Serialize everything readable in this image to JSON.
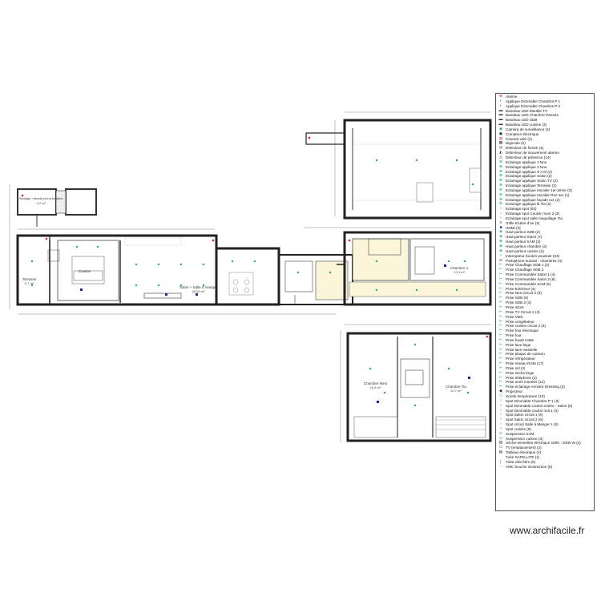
{
  "watermark": "www.archifacile.fr",
  "rooms": [
    {
      "name": "Terrasse",
      "area": "5,7 m²"
    },
    {
      "name": "Salon + Salle à manger",
      "area": "48,00 m²"
    },
    {
      "name": "Cuisine",
      "area": ""
    },
    {
      "name": "Chambre 1",
      "area": "10,3 m²"
    },
    {
      "name": "Chambre Nina",
      "area": "10,5 m²"
    },
    {
      "name": "Chambre Tia",
      "area": "10,7 m²"
    },
    {
      "name": "Stockage + abords pour la fondation",
      "area": "2,2 m²"
    }
  ],
  "legend": [
    {
      "icon": "alarm-icon",
      "label": "Alarme",
      "color": "#d22"
    },
    {
      "icon": "wall-light-icon",
      "label": "Applique Dimmable Chambre P 1",
      "color": "#2a7"
    },
    {
      "icon": "wall-light-icon",
      "label": "Applique Dimmable Chambre P 2",
      "color": "#2a7"
    },
    {
      "icon": "led-strip-icon",
      "label": "Bandeau LED Meuble TV",
      "color": "#333"
    },
    {
      "icon": "led-strip-icon",
      "label": "Bandeau LED Chambre Parents",
      "color": "#333"
    },
    {
      "icon": "led-strip-icon",
      "label": "Bandeau LED SDB",
      "color": "#333"
    },
    {
      "icon": "led-strip-icon",
      "label": "Bandeau LED cuisine (3)",
      "color": "#333"
    },
    {
      "icon": "camera-icon",
      "label": "Caméra de surveillance (4)",
      "color": "#2a7"
    },
    {
      "icon": "meter-icon",
      "label": "Compteur électrique",
      "color": "#333"
    },
    {
      "icon": "weak-current-icon",
      "label": "Courant vidé (2)",
      "color": "#d22"
    },
    {
      "icon": "digicode-icon",
      "label": "Digicode (2)",
      "color": "#333"
    },
    {
      "icon": "smoke-detector-icon",
      "label": "Détecteur de fumée (4)",
      "color": "#333"
    },
    {
      "icon": "motion-detector-icon",
      "label": "Détecteur de mouvement alarme",
      "color": "#333"
    },
    {
      "icon": "presence-detector-icon",
      "label": "Détecteur de présence (14)",
      "color": "#333"
    },
    {
      "icon": "light-icon",
      "label": "Eclairage applique 1 Nou",
      "color": "#2a7"
    },
    {
      "icon": "light-icon",
      "label": "Eclairage applique 2 Nou",
      "color": "#2a7"
    },
    {
      "icon": "light-icon",
      "label": "Eclairage applique S A M (2)",
      "color": "#2a7"
    },
    {
      "icon": "light-icon",
      "label": "Eclairage applique Salon (2)",
      "color": "#2a7"
    },
    {
      "icon": "light-icon",
      "label": "Eclairage applique Salon TV (2)",
      "color": "#2a7"
    },
    {
      "icon": "light-icon",
      "label": "Eclairage applique Terrasse (2)",
      "color": "#2a7"
    },
    {
      "icon": "light-icon",
      "label": "Eclairage applique escalier 1er-2ème (3)",
      "color": "#2a7"
    },
    {
      "icon": "light-icon",
      "label": "Eclairage applique escalier Rez-1er (1)",
      "color": "#2a7"
    },
    {
      "icon": "light-icon",
      "label": "Eclairage applique façade rue (2)",
      "color": "#2a7"
    },
    {
      "icon": "light-icon",
      "label": "Eclairage applique lit Tia (2)",
      "color": "#2a7"
    },
    {
      "icon": "spot-icon",
      "label": "Eclairage spot (63)",
      "color": "#2a7"
    },
    {
      "icon": "spot-icon",
      "label": "Eclairage spot Couloir murs 2 (3)",
      "color": "#2a7"
    },
    {
      "icon": "spot-icon",
      "label": "Eclairage spot salle maquillage Tia",
      "color": "#2a7"
    },
    {
      "icon": "vent-icon",
      "label": "Grille Entrée d'air (3)",
      "color": "#333"
    },
    {
      "icon": "hdmi-icon",
      "label": "HDMI (3)",
      "color": "#22a"
    },
    {
      "icon": "speaker-icon",
      "label": "Haut parleur SDB (2)",
      "color": "#2a7"
    },
    {
      "icon": "speaker-icon",
      "label": "Haut parleur Salon (7)",
      "color": "#2a7"
    },
    {
      "icon": "speaker-icon",
      "label": "Haut parleur SAM (2)",
      "color": "#2a7"
    },
    {
      "icon": "speaker-icon",
      "label": "Haut parleur chambre (2)",
      "color": "#2a7"
    },
    {
      "icon": "speaker-icon",
      "label": "Haut parleur cuisine (2)",
      "color": "#2a7"
    },
    {
      "icon": "push-switch-icon",
      "label": "Interrupteur bouton poussoir (23)",
      "color": "#2a7"
    },
    {
      "icon": "intercom-icon",
      "label": "Parlophone suivant - chambres (4)",
      "color": "#333"
    },
    {
      "icon": "socket-icon",
      "label": "Prise Chauffage SDB 1 (2)",
      "color": "#2a7"
    },
    {
      "icon": "socket-icon",
      "label": "Prise Chauffage SDB 2",
      "color": "#2a7"
    },
    {
      "icon": "socket-icon",
      "label": "Prise Commandée Salon 1 (4)",
      "color": "#2a7"
    },
    {
      "icon": "socket-icon",
      "label": "Prise Commandée Salon 2 (6)",
      "color": "#2a7"
    },
    {
      "icon": "socket-icon",
      "label": "Prise Commandée SAM (5)",
      "color": "#2a7"
    },
    {
      "icon": "socket-icon",
      "label": "Prise Extérieur (4)",
      "color": "#2a7"
    },
    {
      "icon": "socket-icon",
      "label": "Prise Nes Circuit 2 (6)",
      "color": "#2a7"
    },
    {
      "icon": "socket-icon",
      "label": "Prise SDB (6)",
      "color": "#2a7"
    },
    {
      "icon": "socket-icon",
      "label": "Prise SDB 2 (2)",
      "color": "#2a7"
    },
    {
      "icon": "socket-icon",
      "label": "Prise Store",
      "color": "#2a7"
    },
    {
      "icon": "socket-icon",
      "label": "Prise TV Circuit 2 (4)",
      "color": "#2a7"
    },
    {
      "icon": "socket-icon",
      "label": "Prise VMC",
      "color": "#2a7"
    },
    {
      "icon": "socket-icon",
      "label": "Prise congélateur",
      "color": "#2a7"
    },
    {
      "icon": "socket-icon",
      "label": "Prise cuisine circuit 2 (4)",
      "color": "#2a7"
    },
    {
      "icon": "socket-icon",
      "label": "Prise four électrique",
      "color": "#2a7"
    },
    {
      "icon": "socket-icon",
      "label": "Prise four",
      "color": "#2a7"
    },
    {
      "icon": "socket-icon",
      "label": "Prise hauts Hotte",
      "color": "#2a7"
    },
    {
      "icon": "socket-icon",
      "label": "Prise lave-linge",
      "color": "#2a7"
    },
    {
      "icon": "socket-icon",
      "label": "Prise lave-vaisselle",
      "color": "#2a7"
    },
    {
      "icon": "socket-icon",
      "label": "Prise plaque de cuisson",
      "color": "#2a7"
    },
    {
      "icon": "socket-icon",
      "label": "Prise réfrigérateur",
      "color": "#2a7"
    },
    {
      "icon": "socket-icon",
      "label": "Prise réseau RJ45 (17)",
      "color": "#2a7"
    },
    {
      "icon": "socket-icon",
      "label": "Prise sol (4)",
      "color": "#2a7"
    },
    {
      "icon": "socket-icon",
      "label": "Prise sèche-linge",
      "color": "#2a7"
    },
    {
      "icon": "socket-icon",
      "label": "Prise téléphone (2)",
      "color": "#2a7"
    },
    {
      "icon": "socket-icon",
      "label": "Prise unes murales (12)",
      "color": "#2a7"
    },
    {
      "icon": "socket-icon",
      "label": "Prise éclairage Armoire Dressing (3)",
      "color": "#2a7"
    },
    {
      "icon": "projector-icon",
      "label": "Projecteur",
      "color": "#333"
    },
    {
      "icon": "sensor-icon",
      "label": "Sonde température (10)",
      "color": "#2a7"
    },
    {
      "icon": "spot-icon",
      "label": "Spot Dimmable Chambre P 1 (3)",
      "color": "#2a7"
    },
    {
      "icon": "spot-icon",
      "label": "Spot Dimmable couloir entrée - Salon (6)",
      "color": "#2a7"
    },
    {
      "icon": "spot-icon",
      "label": "Spot Dimmable couloir nuit 1 (4)",
      "color": "#2a7"
    },
    {
      "icon": "spot-icon",
      "label": "Spot Salon circuit 1 (5)",
      "color": "#2a7"
    },
    {
      "icon": "spot-icon",
      "label": "Spot Salon circuit 2 (6)",
      "color": "#2a7"
    },
    {
      "icon": "spot-icon",
      "label": "Spot circuit Salle à Manger 1 (6)",
      "color": "#2a7"
    },
    {
      "icon": "spot-icon",
      "label": "Spot cuisine (9)",
      "color": "#2a7"
    },
    {
      "icon": "pendant-icon",
      "label": "Suspension SAM",
      "color": "#2a7"
    },
    {
      "icon": "pendant-icon",
      "label": "Suspension cuisine (3)",
      "color": "#2a7"
    },
    {
      "icon": "towel-dryer-icon",
      "label": "Sèche-serviettes électrique 1500 - 2000 W (2)",
      "color": "#333"
    },
    {
      "icon": "tv-icon",
      "label": "TV (emplacement) (2)",
      "color": "#333"
    },
    {
      "icon": "panel-icon",
      "label": "Tableau électrique (2)",
      "color": "#333"
    },
    {
      "icon": "satellite-icon",
      "label": "Tube SATELLITE (1)",
      "color": "#333"
    },
    {
      "icon": "conduit-icon",
      "label": "Tube vide fibre (6)",
      "color": "#333"
    },
    {
      "icon": "vmc-icon",
      "label": "VMC bouche d'extraction (6)",
      "color": "#333"
    }
  ]
}
